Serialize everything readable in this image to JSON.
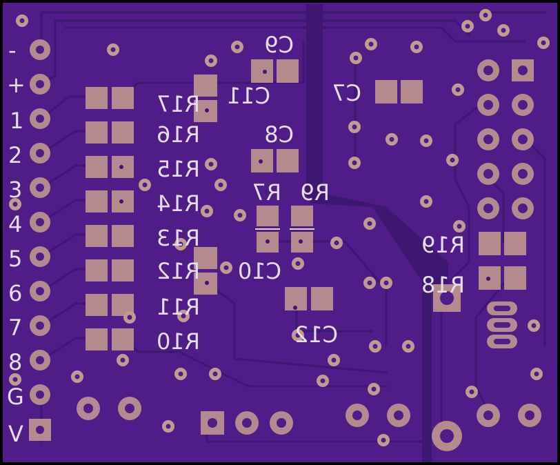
{
  "board": {
    "colors": {
      "soldermask": "#4f1c88",
      "edge": "#000000",
      "trace": "#3d1772",
      "pad": "#b48a8e",
      "silkscreen": "#e7dcec"
    },
    "edge_labels": [
      "-",
      "+",
      "1",
      "2",
      "3",
      "4",
      "5",
      "6",
      "7",
      "8",
      "G",
      "V"
    ],
    "component_labels": {
      "r17": "R17",
      "r16": "R16",
      "r15": "R15",
      "r14": "R14",
      "r13": "R13",
      "r12": "R12",
      "r11": "R11",
      "r10": "R10",
      "c9": "C9",
      "c11": "C11",
      "c7": "C7",
      "c8": "C8",
      "r7": "R7",
      "r9": "R9",
      "r19": "R19",
      "r18": "R18",
      "c10": "C10",
      "c12": "C12"
    }
  }
}
